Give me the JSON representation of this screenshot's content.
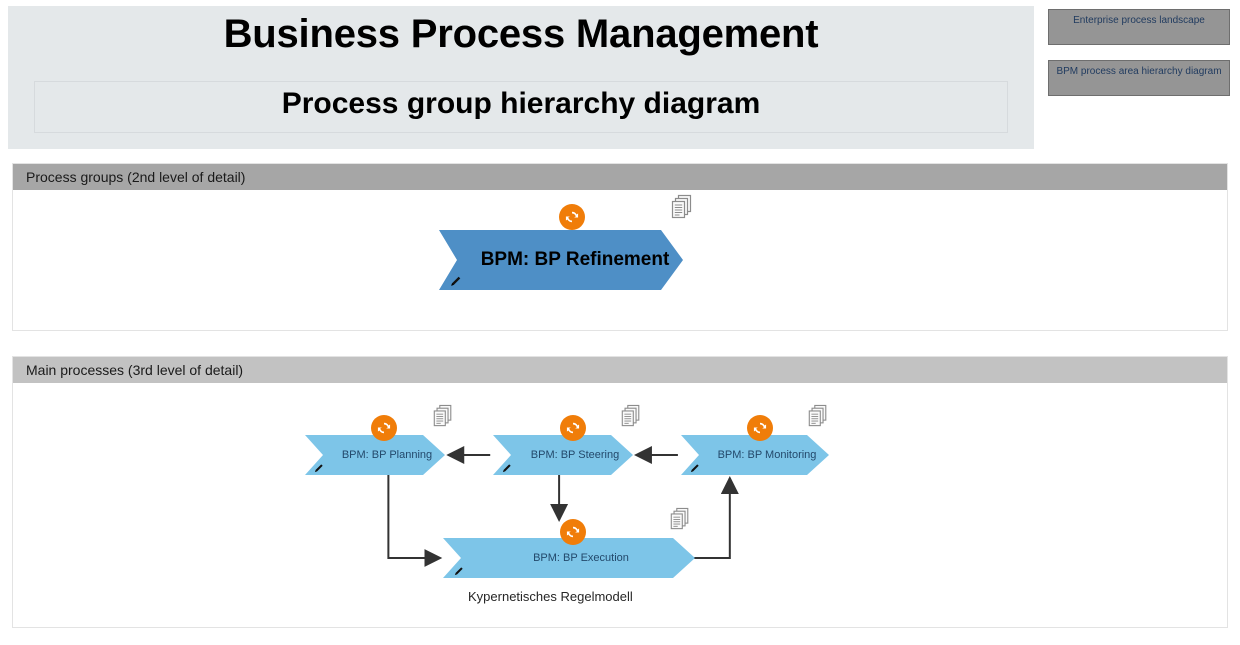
{
  "header": {
    "title": "Business Process Management",
    "subtitle": "Process group hierarchy diagram"
  },
  "nav_buttons": [
    {
      "label": "Enterprise process landscape"
    },
    {
      "label": "BPM process area hierarchy diagram"
    }
  ],
  "sections": [
    {
      "header": "Process groups (2nd level of detail)"
    },
    {
      "header": "Main processes (3rd level of detail)"
    }
  ],
  "process_groups": [
    {
      "label": "BPM: BP Refinement"
    }
  ],
  "main_processes": [
    {
      "label": "BPM: BP Planning"
    },
    {
      "label": "BPM: BP Steering"
    },
    {
      "label": "BPM: BP Monitoring"
    },
    {
      "label": "BPM: BP Execution"
    }
  ],
  "caption": "Kypernetisches Regelmodell",
  "icons": {
    "refresh": "refresh-icon",
    "documents": "documents-icon",
    "pencil": "pencil-icon"
  },
  "colors": {
    "header_bg": "#e4e8ea",
    "nav_button_bg": "#959595",
    "nav_button_text": "#1f3a5f",
    "section_header_dark": "#a6a6a6",
    "section_header_light": "#c2c2c2",
    "shape_level2": "#4e8fc6",
    "shape_level3": "#7dc5e8",
    "accent_orange": "#f07d09",
    "connector": "#333333"
  }
}
